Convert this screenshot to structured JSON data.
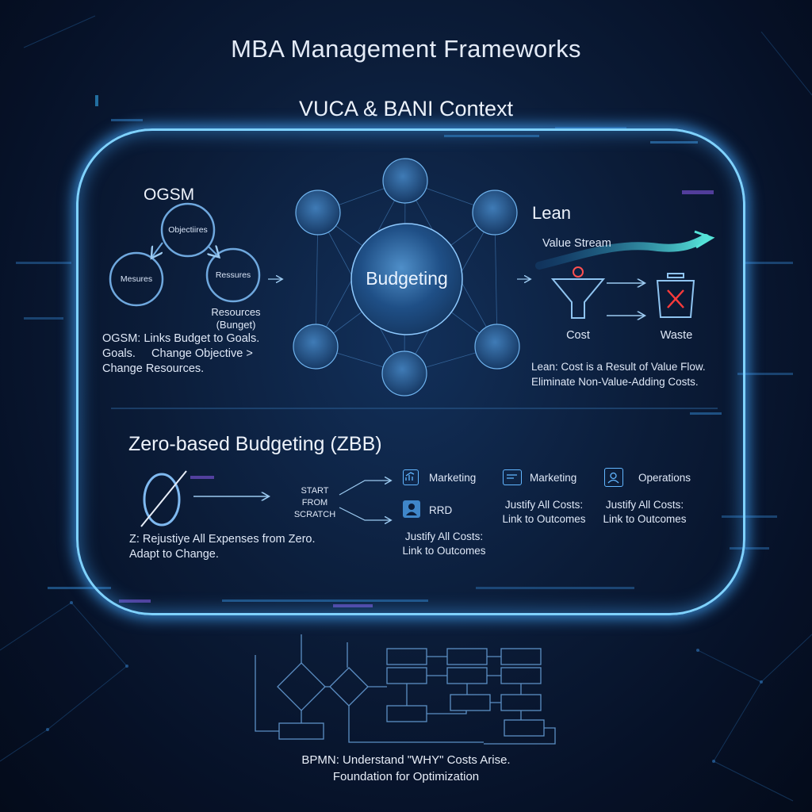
{
  "title": "MBA Management Frameworks",
  "context_title": "VUCA & BANI Context",
  "colors": {
    "accent": "#7fd2ff",
    "glow": "#3aa6ff",
    "background": "#0b1c38",
    "waste_x": "#ff3b3b"
  },
  "ogsm": {
    "title": "OGSM",
    "cycle": {
      "objectives": "Objectiires",
      "measures": "Mesures",
      "resources": "Ressures"
    },
    "resources_note": [
      "Resources",
      "(Bunget)"
    ],
    "description": [
      "OGSM: Links Budget to Goals.",
      "Goals.     Change Objective >",
      "Change Resources."
    ]
  },
  "hub": {
    "label": "Budgeting"
  },
  "lean": {
    "title": "Lean",
    "value_stream": "Value Stream",
    "cost": "Cost",
    "waste": "Waste",
    "description": [
      "Lean: Cost is a Result of Value Flow.",
      "Eliminate Non-Value-Adding Costs."
    ]
  },
  "zbb": {
    "title": "Zero-based Budgeting (ZBB)",
    "description": [
      "Z: Rejustiye All Expenses from Zero.",
      "Adapt to Change."
    ],
    "start": [
      "START",
      "FROM",
      "SCRATCH"
    ],
    "items": {
      "marketing_1": "Marketing",
      "rrd": "RRD",
      "marketing_2": "Marketing",
      "operations": "Operations"
    },
    "justify": [
      [
        "Justify All Costs:",
        "Link to Outcomes"
      ],
      [
        "Justify All Costs:",
        "Link to Outcomes"
      ],
      [
        "Justify All Costs:",
        "Link to Outcomes"
      ]
    ],
    "icons": [
      "marketing-icon",
      "rrd-icon",
      "presentation-icon",
      "operations-icon"
    ]
  },
  "bpmn": {
    "description": [
      "BPMN: Understand \"WHY\" Costs Arise.",
      "Foundation for Optimization"
    ]
  }
}
